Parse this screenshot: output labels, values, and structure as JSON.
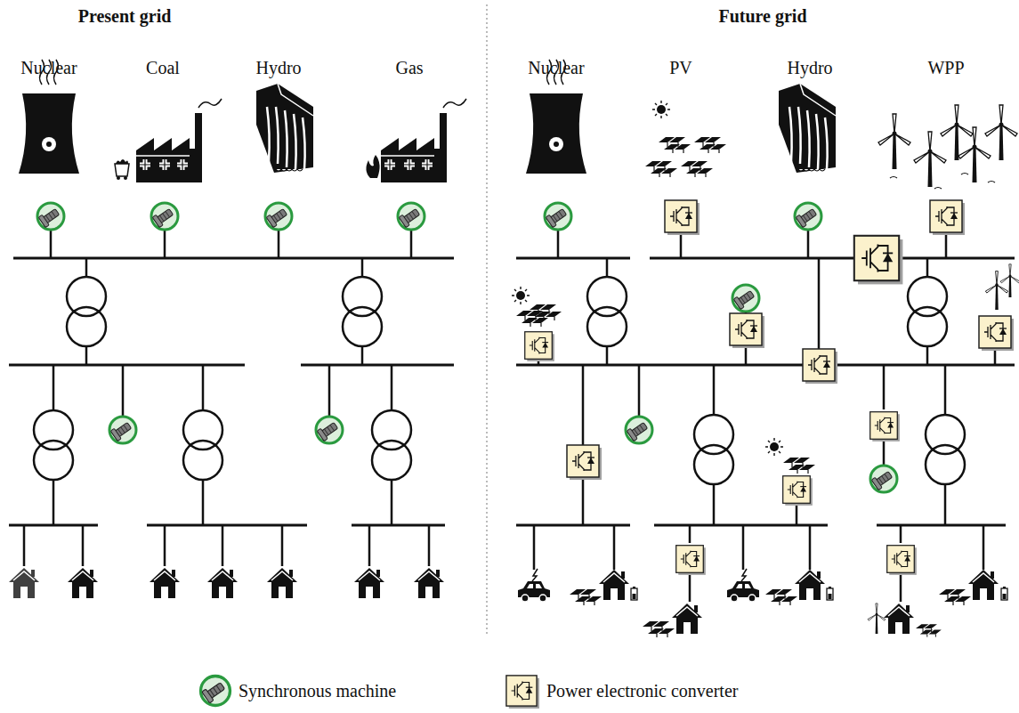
{
  "diagram": {
    "labels": [
      "Present grid",
      "Future grid",
      "Nuclear",
      "Coal",
      "Hydro",
      "Gas",
      "Nuclear",
      "PV",
      "Hydro",
      "WPP"
    ],
    "legend": [
      {
        "text": "Synchronous machine"
      },
      {
        "text": "Power electronic converter"
      }
    ]
  }
}
